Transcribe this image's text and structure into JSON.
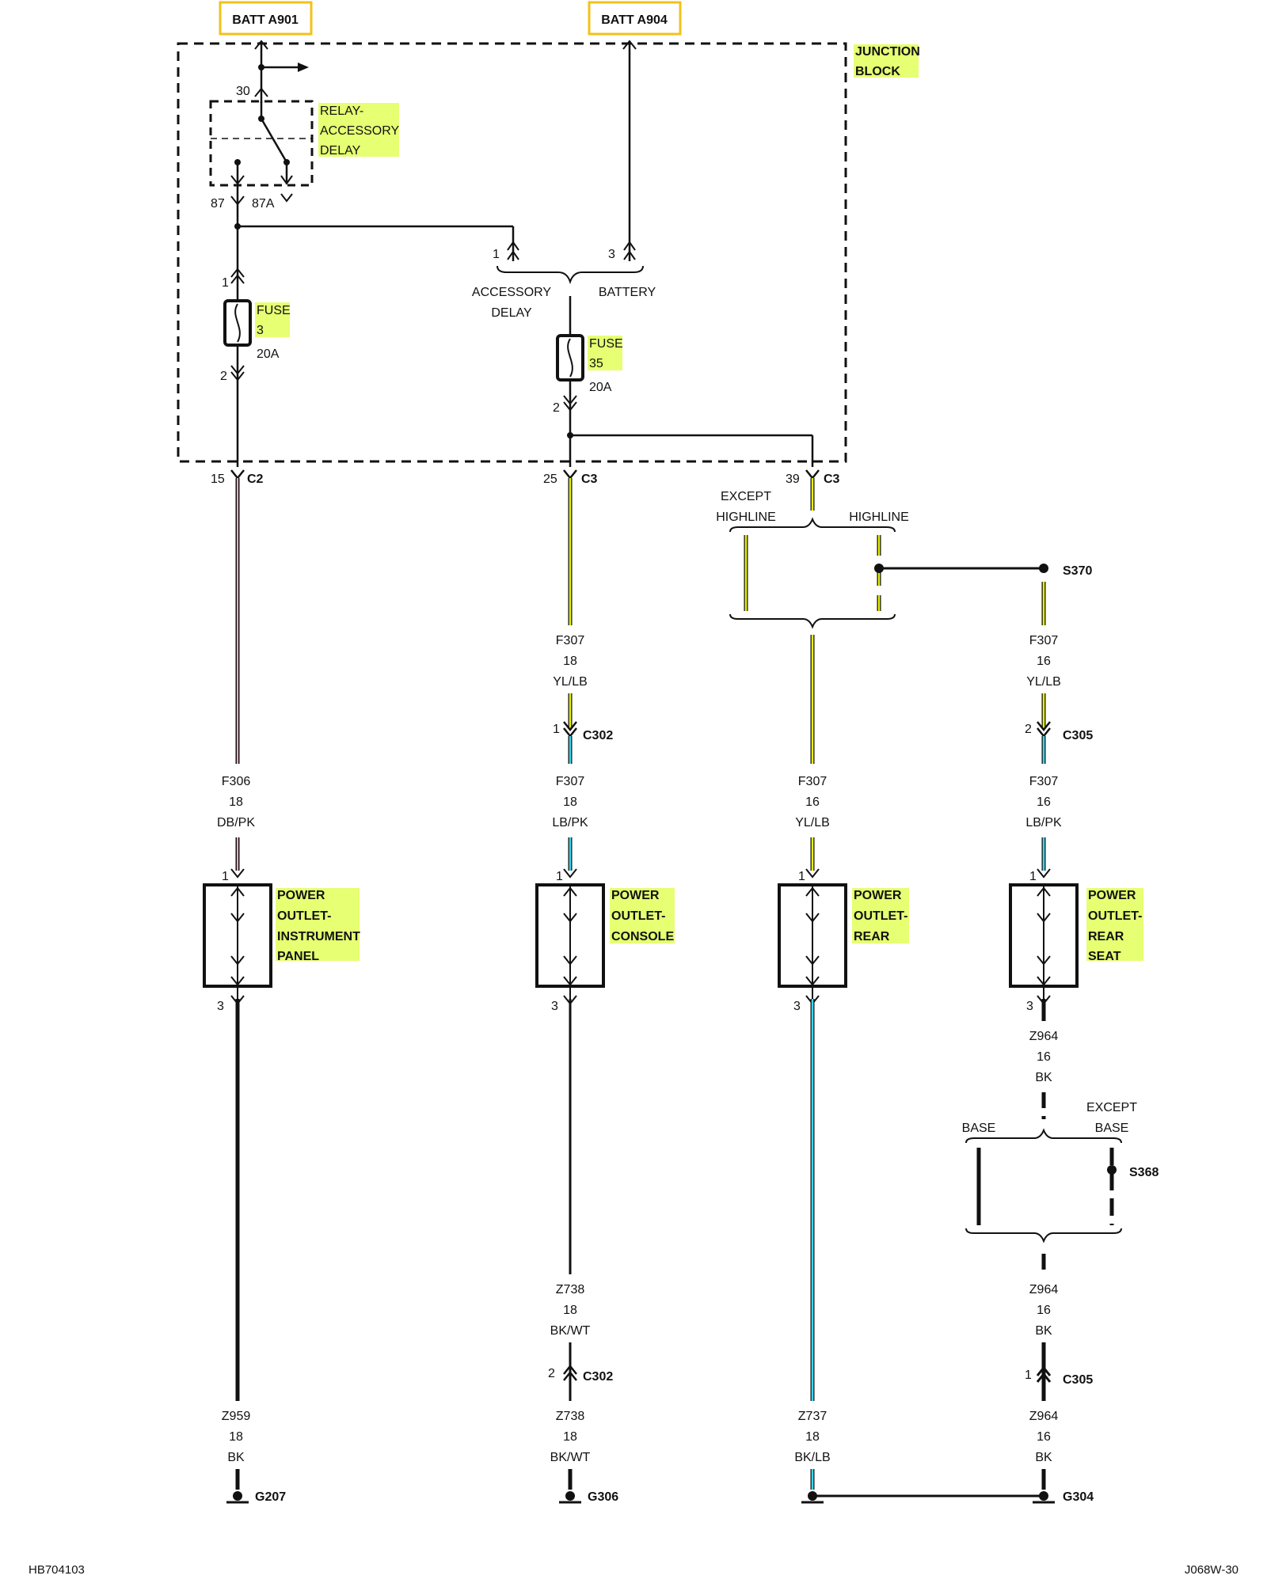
{
  "top_connectors": {
    "batt_a901": "BATT A901",
    "batt_a904": "BATT A904"
  },
  "junction_block": {
    "line1": "JUNCTION",
    "line2": "BLOCK"
  },
  "relay": {
    "line1": "RELAY-",
    "line2": "ACCESSORY",
    "line3": "DELAY",
    "pin30": "30",
    "pin87": "87",
    "pin87a": "87A"
  },
  "fuse3": {
    "label": "FUSE",
    "number": "3",
    "rating": "20A",
    "pin_in": "1",
    "pin_out": "2"
  },
  "fuse35": {
    "label": "FUSE",
    "number": "35",
    "rating": "20A",
    "pin_out": "2"
  },
  "accessory_delay": {
    "pin": "1",
    "line1": "ACCESSORY",
    "line2": "DELAY"
  },
  "battery": {
    "pin": "3",
    "label": "BATTERY"
  },
  "block_connectors": [
    {
      "pin": "15",
      "name": "C2"
    },
    {
      "pin": "25",
      "name": "C3"
    },
    {
      "pin": "39",
      "name": "C3"
    }
  ],
  "option_highline": {
    "except1": "EXCEPT",
    "except2": "HIGHLINE",
    "highline": "HIGHLINE"
  },
  "splices": {
    "s370": "S370",
    "s368": "S368"
  },
  "option_base": {
    "base": "BASE",
    "except1": "EXCEPT",
    "except2": "BASE"
  },
  "wires": {
    "col1_mid": {
      "circuit": "F306",
      "gauge": "18",
      "color": "DB/PK"
    },
    "col2_upper": {
      "circuit": "F307",
      "gauge": "18",
      "color": "YL/LB"
    },
    "col2_mid": {
      "circuit": "F307",
      "gauge": "18",
      "color": "LB/PK"
    },
    "col3_mid": {
      "circuit": "F307",
      "gauge": "16",
      "color": "YL/LB"
    },
    "col4_upper": {
      "circuit": "F307",
      "gauge": "16",
      "color": "YL/LB"
    },
    "col4_mid": {
      "circuit": "F307",
      "gauge": "16",
      "color": "LB/PK"
    },
    "col1_ground": {
      "circuit": "Z959",
      "gauge": "18",
      "color": "BK"
    },
    "col2_lower1": {
      "circuit": "Z738",
      "gauge": "18",
      "color": "BK/WT"
    },
    "col2_lower2": {
      "circuit": "Z738",
      "gauge": "18",
      "color": "BK/WT"
    },
    "col3_ground": {
      "circuit": "Z737",
      "gauge": "18",
      "color": "BK/LB"
    },
    "col4_lower1": {
      "circuit": "Z964",
      "gauge": "16",
      "color": "BK"
    },
    "col4_lower2": {
      "circuit": "Z964",
      "gauge": "16",
      "color": "BK"
    },
    "col4_lower3": {
      "circuit": "Z964",
      "gauge": "16",
      "color": "BK"
    }
  },
  "inline_connectors": {
    "c302_a": {
      "pin": "1",
      "name": "C302"
    },
    "c305_a": {
      "pin": "2",
      "name": "C305"
    },
    "c302_b": {
      "pin": "2",
      "name": "C302"
    },
    "c305_b": {
      "pin": "1",
      "name": "C305"
    }
  },
  "outlets": [
    {
      "pin_top": "1",
      "pin_bottom": "3",
      "line1": "POWER",
      "line2": "OUTLET-",
      "line3": "INSTRUMENT",
      "line4": "PANEL"
    },
    {
      "pin_top": "1",
      "pin_bottom": "3",
      "line1": "POWER",
      "line2": "OUTLET-",
      "line3": "CONSOLE",
      "line4": ""
    },
    {
      "pin_top": "1",
      "pin_bottom": "3",
      "line1": "POWER",
      "line2": "OUTLET-",
      "line3": "REAR",
      "line4": ""
    },
    {
      "pin_top": "1",
      "pin_bottom": "3",
      "line1": "POWER",
      "line2": "OUTLET-",
      "line3": "REAR",
      "line4": "SEAT"
    }
  ],
  "grounds": {
    "g207": "G207",
    "g306": "G306",
    "g304": "G304"
  },
  "footer": {
    "left": "HB704103",
    "right": "J068W-30"
  },
  "colors": {
    "highlight": "#e6ff73",
    "yellow_wire": "#e8f000",
    "lightblue_wire": "#3ad6ee",
    "pink_wire": "#f2a8c4",
    "connector_box": "#f2c21b"
  }
}
